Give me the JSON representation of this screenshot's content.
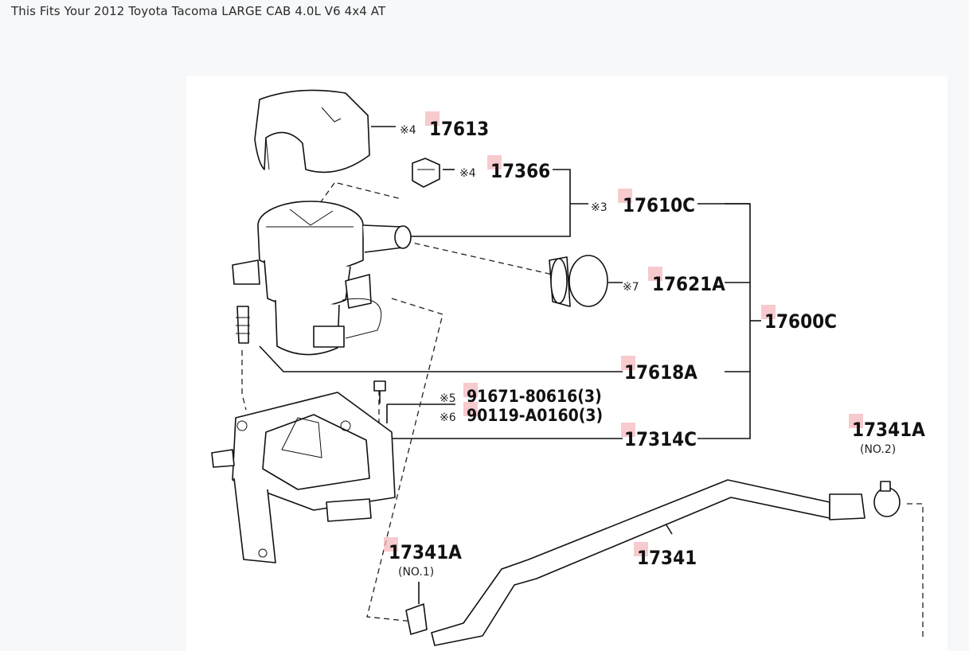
{
  "header": {
    "fit_text": "This Fits Your 2012 Toyota Tacoma LARGE CAB 4.0L V6 4x4 AT"
  },
  "diagram": {
    "callouts": [
      {
        "id": "c17613",
        "prefix": "※4",
        "part": "17613"
      },
      {
        "id": "c17366",
        "prefix": "※4",
        "part": "17366"
      },
      {
        "id": "c17610C",
        "prefix": "※3",
        "part": "17610C"
      },
      {
        "id": "c17621A",
        "prefix": "※7",
        "part": "17621A"
      },
      {
        "id": "c17600C",
        "prefix": "",
        "part": "17600C"
      },
      {
        "id": "c17618A",
        "prefix": "",
        "part": "17618A"
      },
      {
        "id": "c91671",
        "prefix": "※5",
        "part": "91671-80616(3)"
      },
      {
        "id": "c90119",
        "prefix": "※6",
        "part": "90119-A0160(3)"
      },
      {
        "id": "c17314C",
        "prefix": "",
        "part": "17314C"
      },
      {
        "id": "c17341A2",
        "prefix": "",
        "part": "17341A",
        "note": "(NO.2)"
      },
      {
        "id": "c17341",
        "prefix": "",
        "part": "17341"
      },
      {
        "id": "c17341A1",
        "prefix": "",
        "part": "17341A",
        "note": "(NO.1)"
      }
    ]
  },
  "colors": {
    "highlight": "#f4b8bd",
    "line": "#111111",
    "page_bg": "#f7f8fa",
    "diagram_bg": "#ffffff"
  }
}
